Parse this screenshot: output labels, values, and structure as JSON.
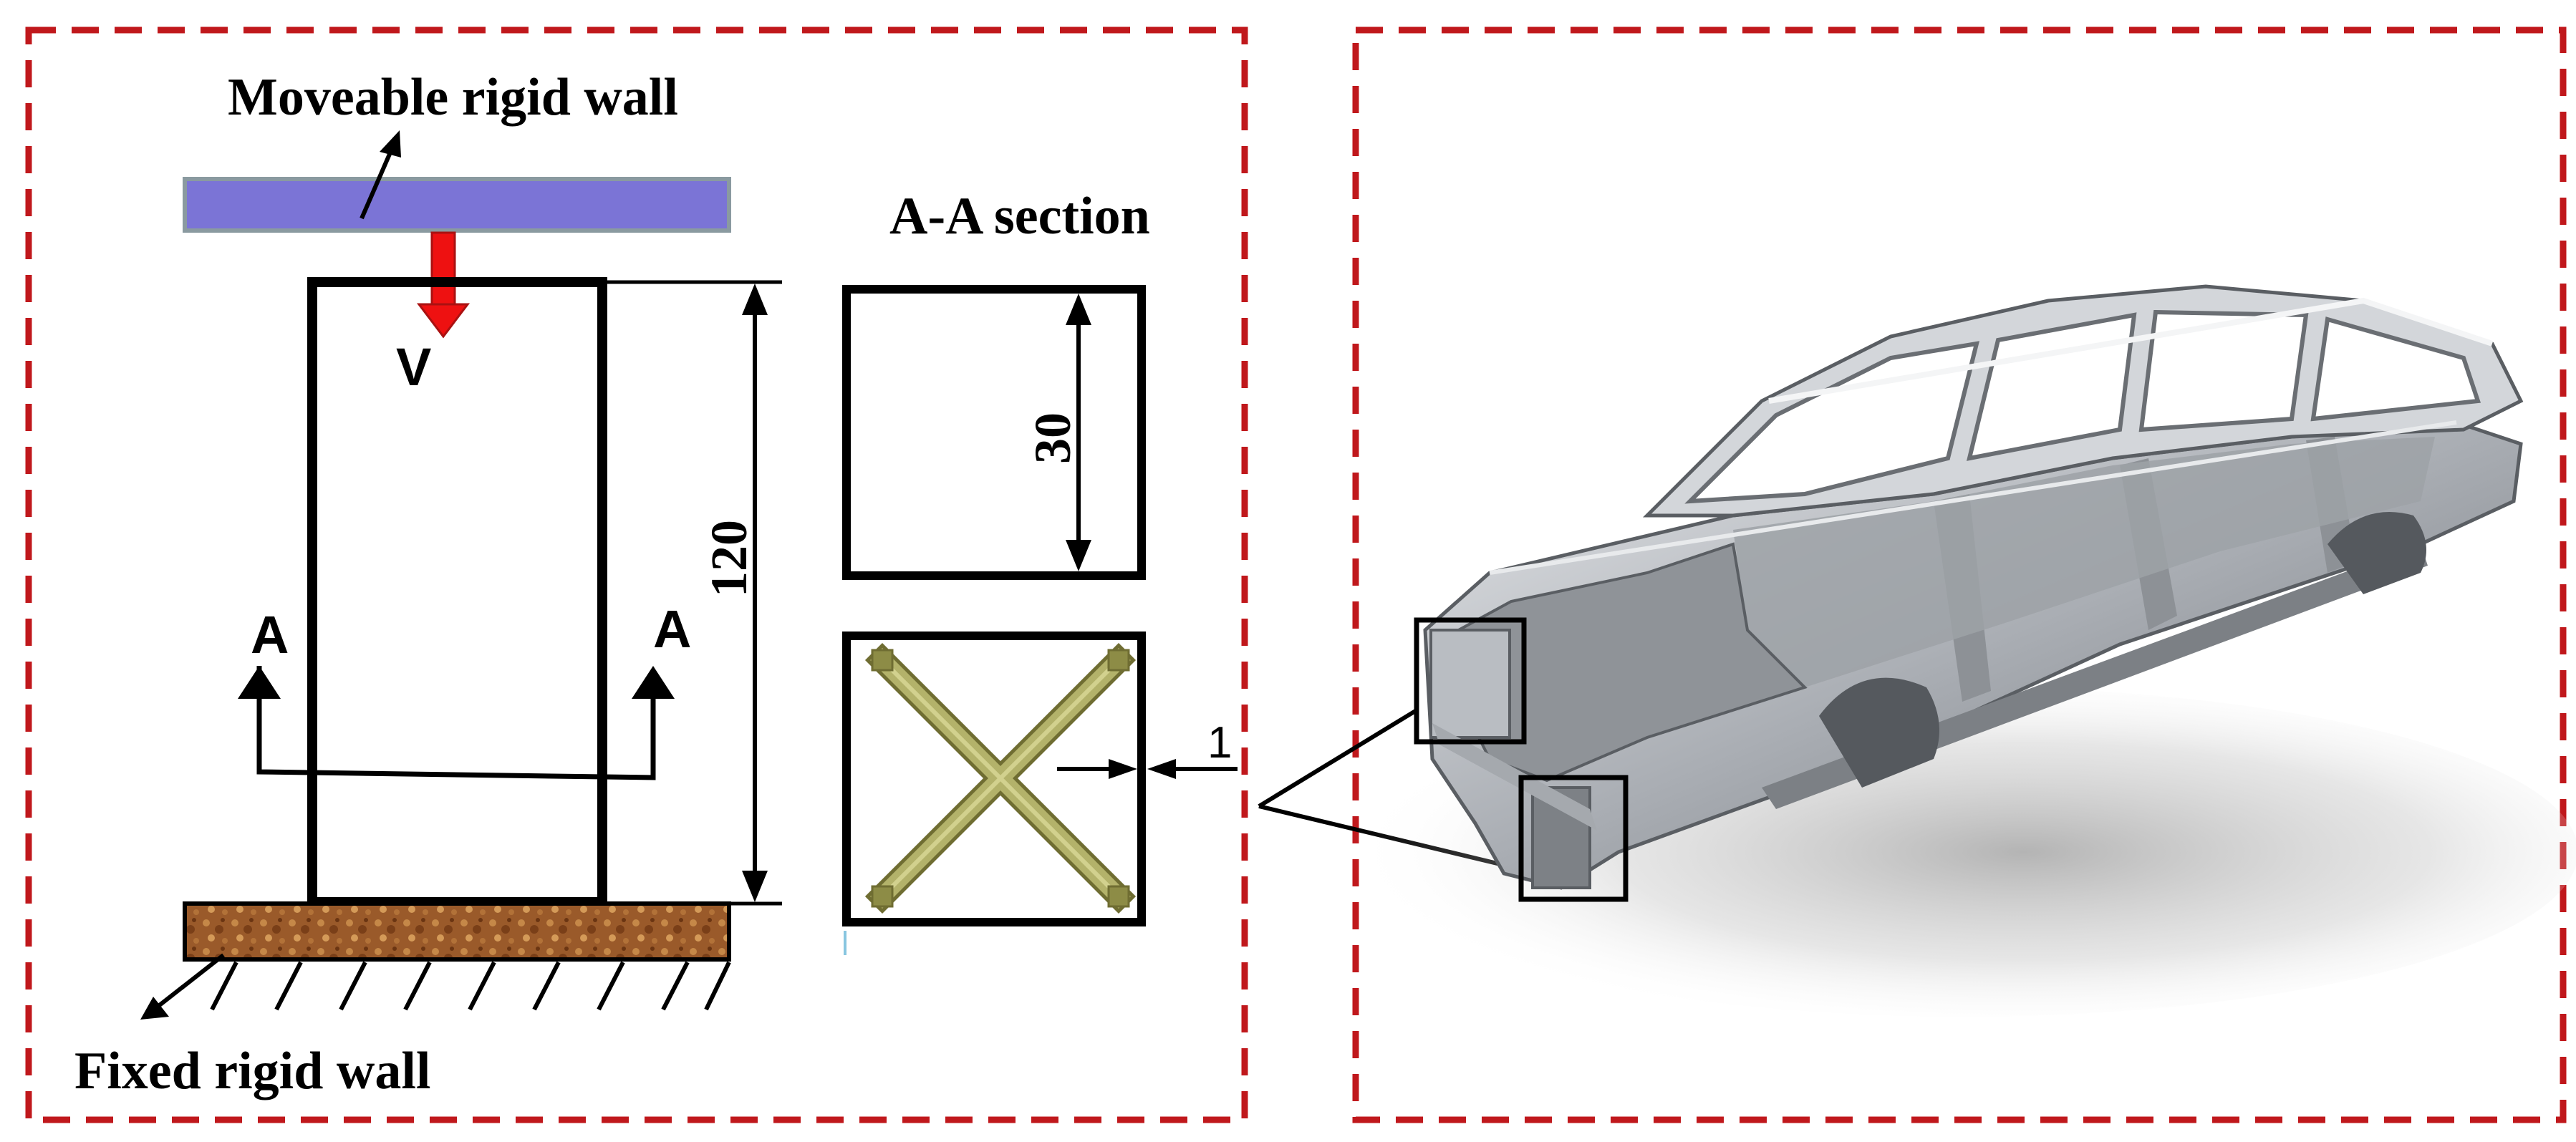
{
  "left_panel": {
    "moveable_wall_label": "Moveable rigid wall",
    "velocity_label": "V",
    "height_dim": "120",
    "section_marker_left": "A",
    "section_marker_right": "A",
    "fixed_wall_label": "Fixed rigid wall"
  },
  "section_view": {
    "title": "A-A section",
    "width_dim": "30",
    "thickness_dim": "1"
  },
  "colors": {
    "panel_border": "#c0181c",
    "moveable_wall_fill": "#7b74d6",
    "moveable_wall_stroke": "#8a9aa0",
    "velocity_arrow": "#ee1111",
    "fixed_wall_fill": "#9a5a2a",
    "rib_fill": "#a9a860",
    "rib_stroke": "#6f6d32",
    "car_body": "#b8bcc1"
  },
  "icons": {
    "car": "car-body-in-white-image"
  }
}
